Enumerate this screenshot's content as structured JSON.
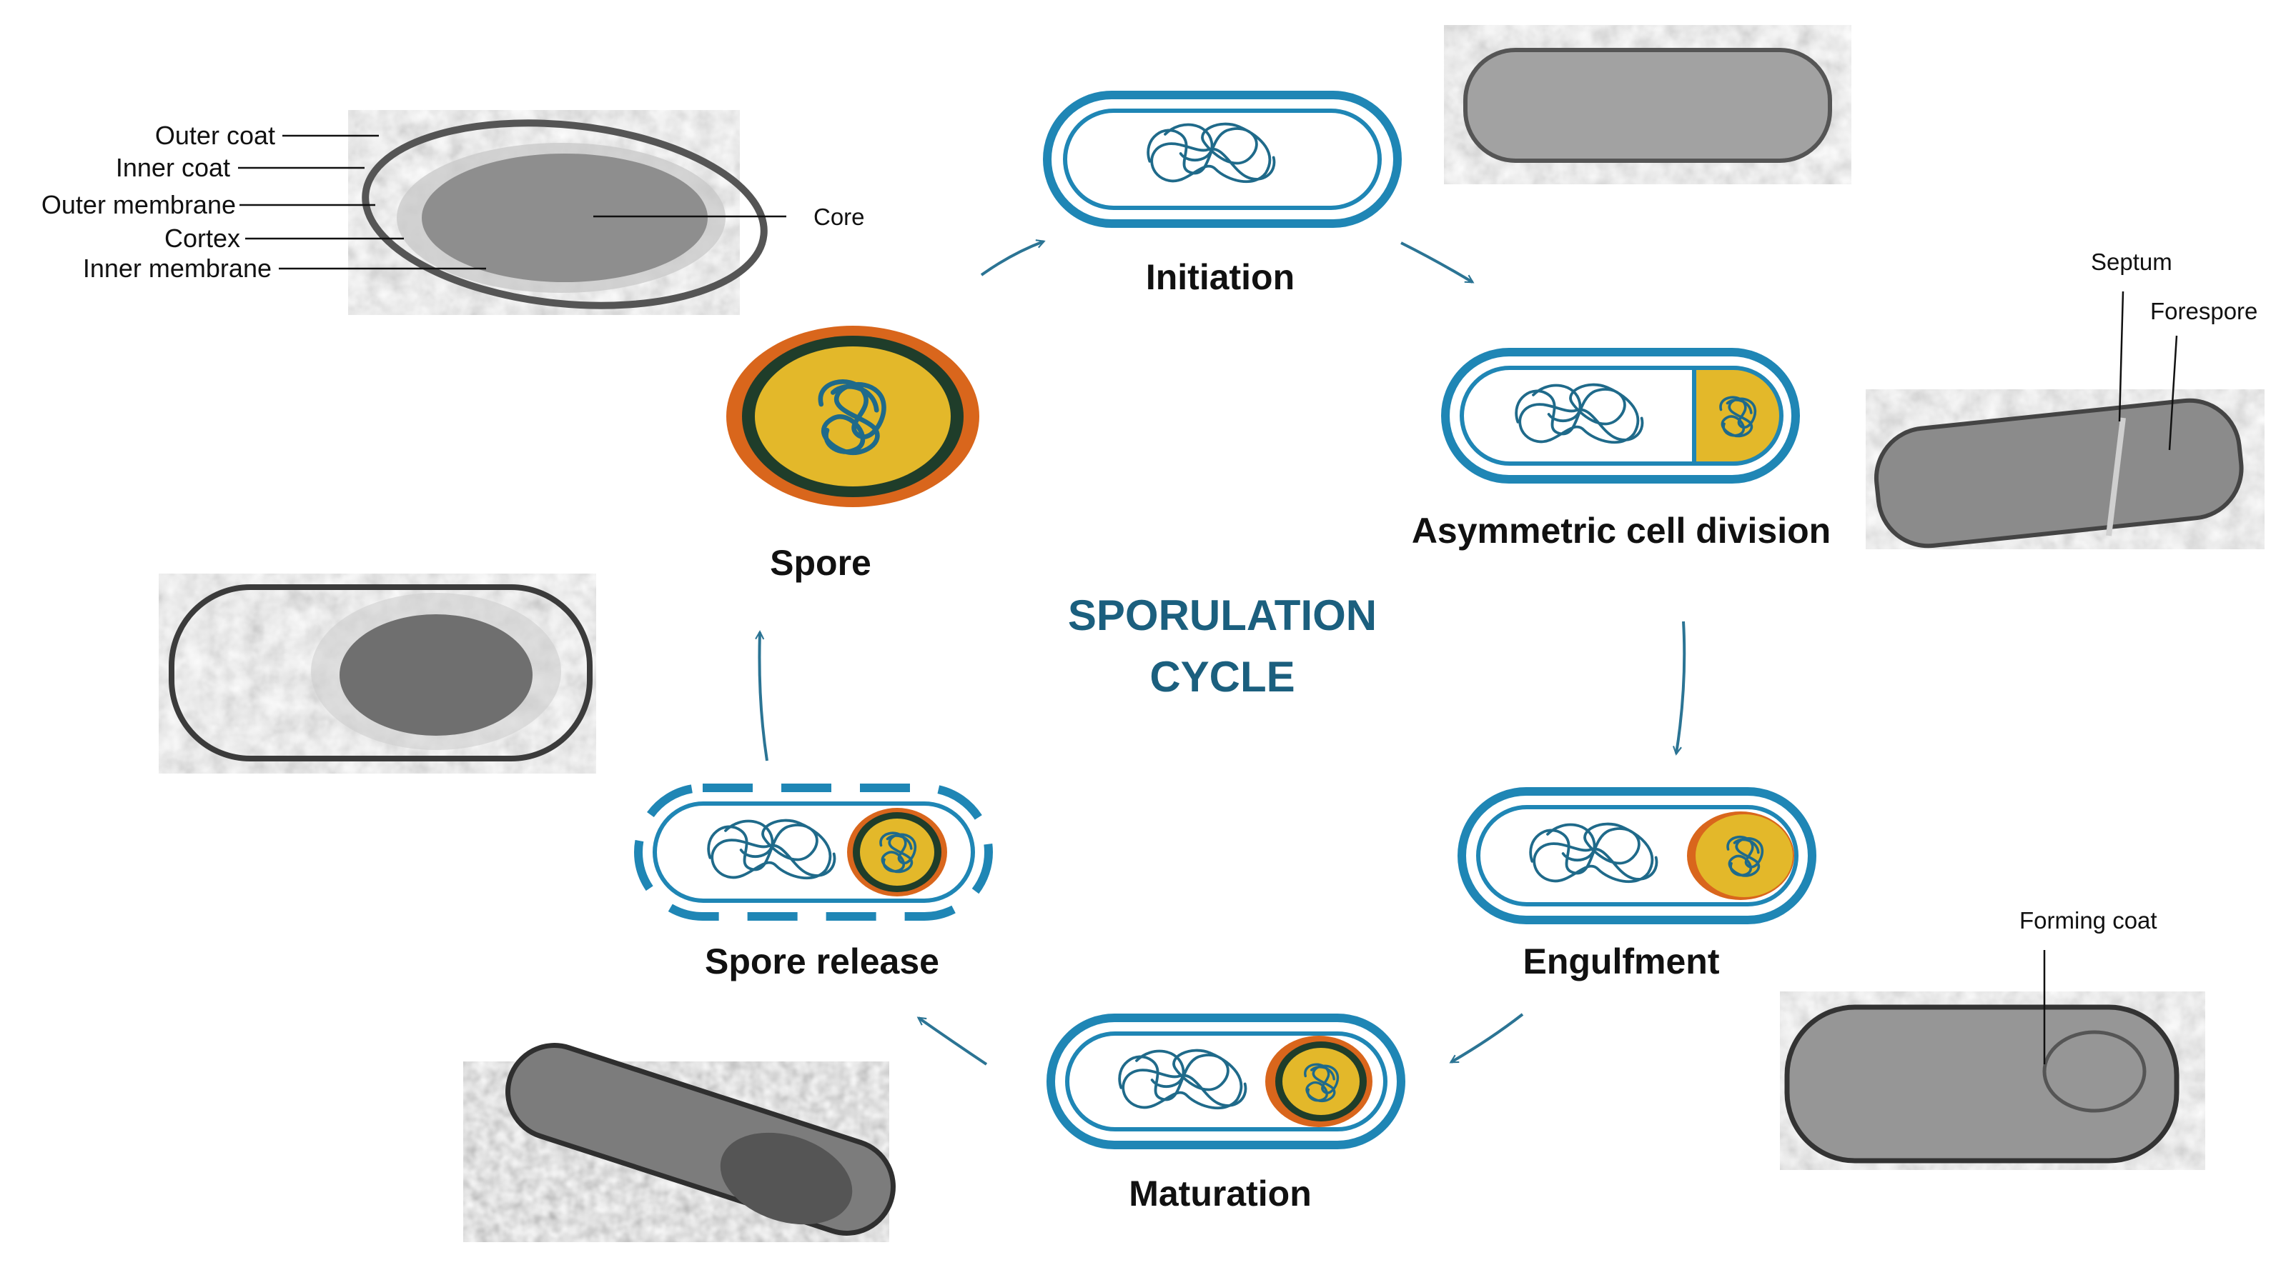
{
  "title": {
    "line1": "SPORULATION",
    "line2": "CYCLE"
  },
  "stages": {
    "initiation": "Initiation",
    "asymmetric": "Asymmetric cell division",
    "engulfment": "Engulfment",
    "maturation": "Maturation",
    "release": "Spore release",
    "spore": "Spore"
  },
  "spore_structure_labels": {
    "outer_coat": "Outer coat",
    "inner_coat": "Inner coat",
    "outer_membrane": "Outer membrane",
    "cortex": "Cortex",
    "inner_membrane": "Inner membrane",
    "core": "Core"
  },
  "micrograph_labels": {
    "septum": "Septum",
    "forespore": "Forespore",
    "forming_coat": "Forming coat"
  },
  "colors": {
    "cell_wall": "#1f86b5",
    "dna": "#1f6a8a",
    "title": "#1b5f7e",
    "forespore_yellow": "#e3b82a",
    "coat_orange": "#d9661c",
    "cortex_green": "#1f3d2a",
    "arrow": "#2b7494"
  }
}
